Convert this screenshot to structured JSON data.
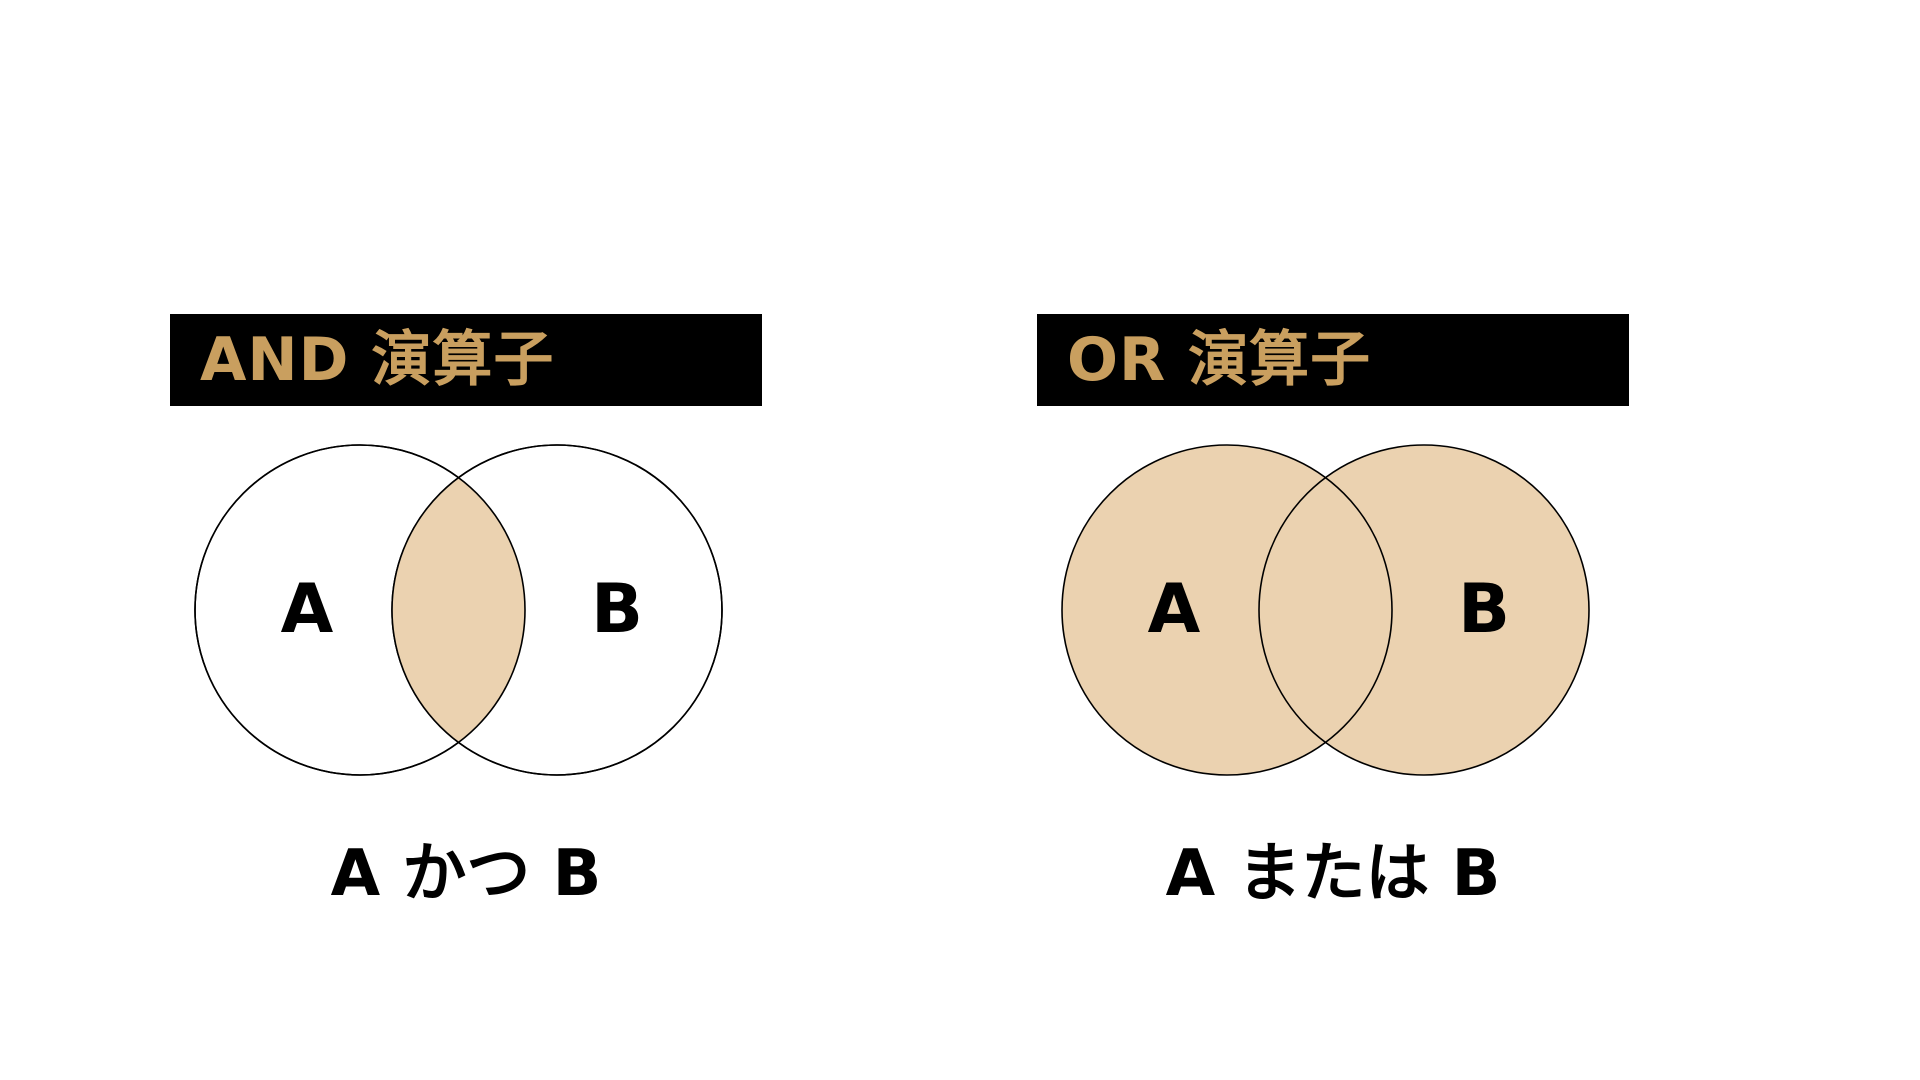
{
  "colors": {
    "title_bg": "#000000",
    "title_text": "#c99f5f",
    "fill": "#ebd2b0",
    "stroke": "#000000",
    "text": "#000000"
  },
  "and_panel": {
    "title": "AND 演算子",
    "set_a": "A",
    "set_b": "B",
    "caption": "A かつ B",
    "highlight": "intersection"
  },
  "or_panel": {
    "title": "OR 演算子",
    "set_a": "A",
    "set_b": "B",
    "caption": "A または B",
    "highlight": "union"
  }
}
